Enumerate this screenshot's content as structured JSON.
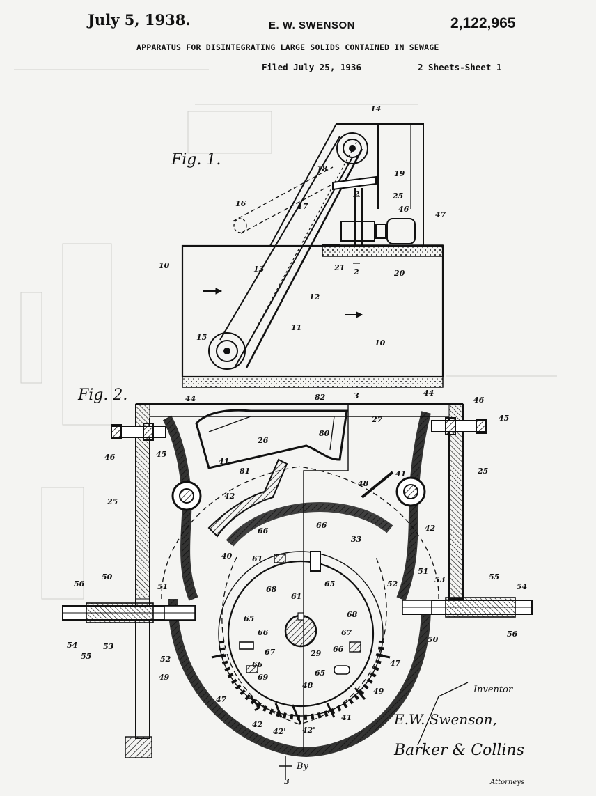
{
  "header": {
    "date": "July 5, 1938.",
    "inventor": "E. W. SWENSON",
    "patent_number": "2,122,965",
    "title": "APPARATUS FOR DISINTEGRATING LARGE SOLIDS CONTAINED IN SEWAGE",
    "filed": "Filed July 25, 1936",
    "sheets": "2 Sheets-Sheet 1"
  },
  "figures": {
    "fig1": "Fig. 1.",
    "fig2": "Fig. 2."
  },
  "fig1_refs": {
    "r14": "14",
    "r18": "18",
    "r19": "19",
    "r16": "16",
    "r17": "17",
    "r2a": "2",
    "r25": "25",
    "r46": "46",
    "r47": "47",
    "r10a": "10",
    "r21": "21",
    "r2b": "2",
    "r20": "20",
    "r13": "13",
    "r12": "12",
    "r11": "11",
    "r15": "15",
    "r10b": "10"
  },
  "fig2_refs": {
    "r3a": "3",
    "r44a": "44",
    "r82": "82",
    "r44b": "44",
    "r46a": "46",
    "r45a": "45",
    "r27": "27",
    "r26": "26",
    "r80": "80",
    "r46b": "46",
    "r45b": "45",
    "r41a": "41",
    "r81": "81",
    "r48": "48",
    "r41b": "41",
    "r25a": "25",
    "r25b": "25",
    "r42a": "42",
    "r42b": "42",
    "r66a": "66",
    "r66b": "66",
    "r33": "33",
    "r40": "40",
    "r61a": "61",
    "r65a": "65",
    "r68a": "68",
    "r61b": "61",
    "r56a": "56",
    "r50a": "50",
    "r51a": "51",
    "r52a": "52",
    "r51b": "51",
    "r53a": "53",
    "r55a": "55",
    "r54a": "54",
    "r54b": "54",
    "r55b": "55",
    "r53b": "53",
    "r50b": "50",
    "r56b": "56",
    "r65b": "65",
    "r66c": "66",
    "r68b": "68",
    "r67a": "67",
    "r67b": "67",
    "r29": "29",
    "r66d": "66",
    "r66e": "66",
    "r52b": "52",
    "r49a": "49",
    "r69": "69",
    "r65c": "65",
    "r47a": "47",
    "r47b": "47",
    "r49b": "49",
    "r48a": "48",
    "r42c": "42",
    "r42d": "42'",
    "r41c": "41",
    "r3b": "3"
  },
  "signature": {
    "inventor_label": "Inventor",
    "inventor_name": "E.W. Swenson,",
    "by": "By",
    "attorneys_signature": "Barker & Collins",
    "attorneys_label": "Attorneys"
  }
}
